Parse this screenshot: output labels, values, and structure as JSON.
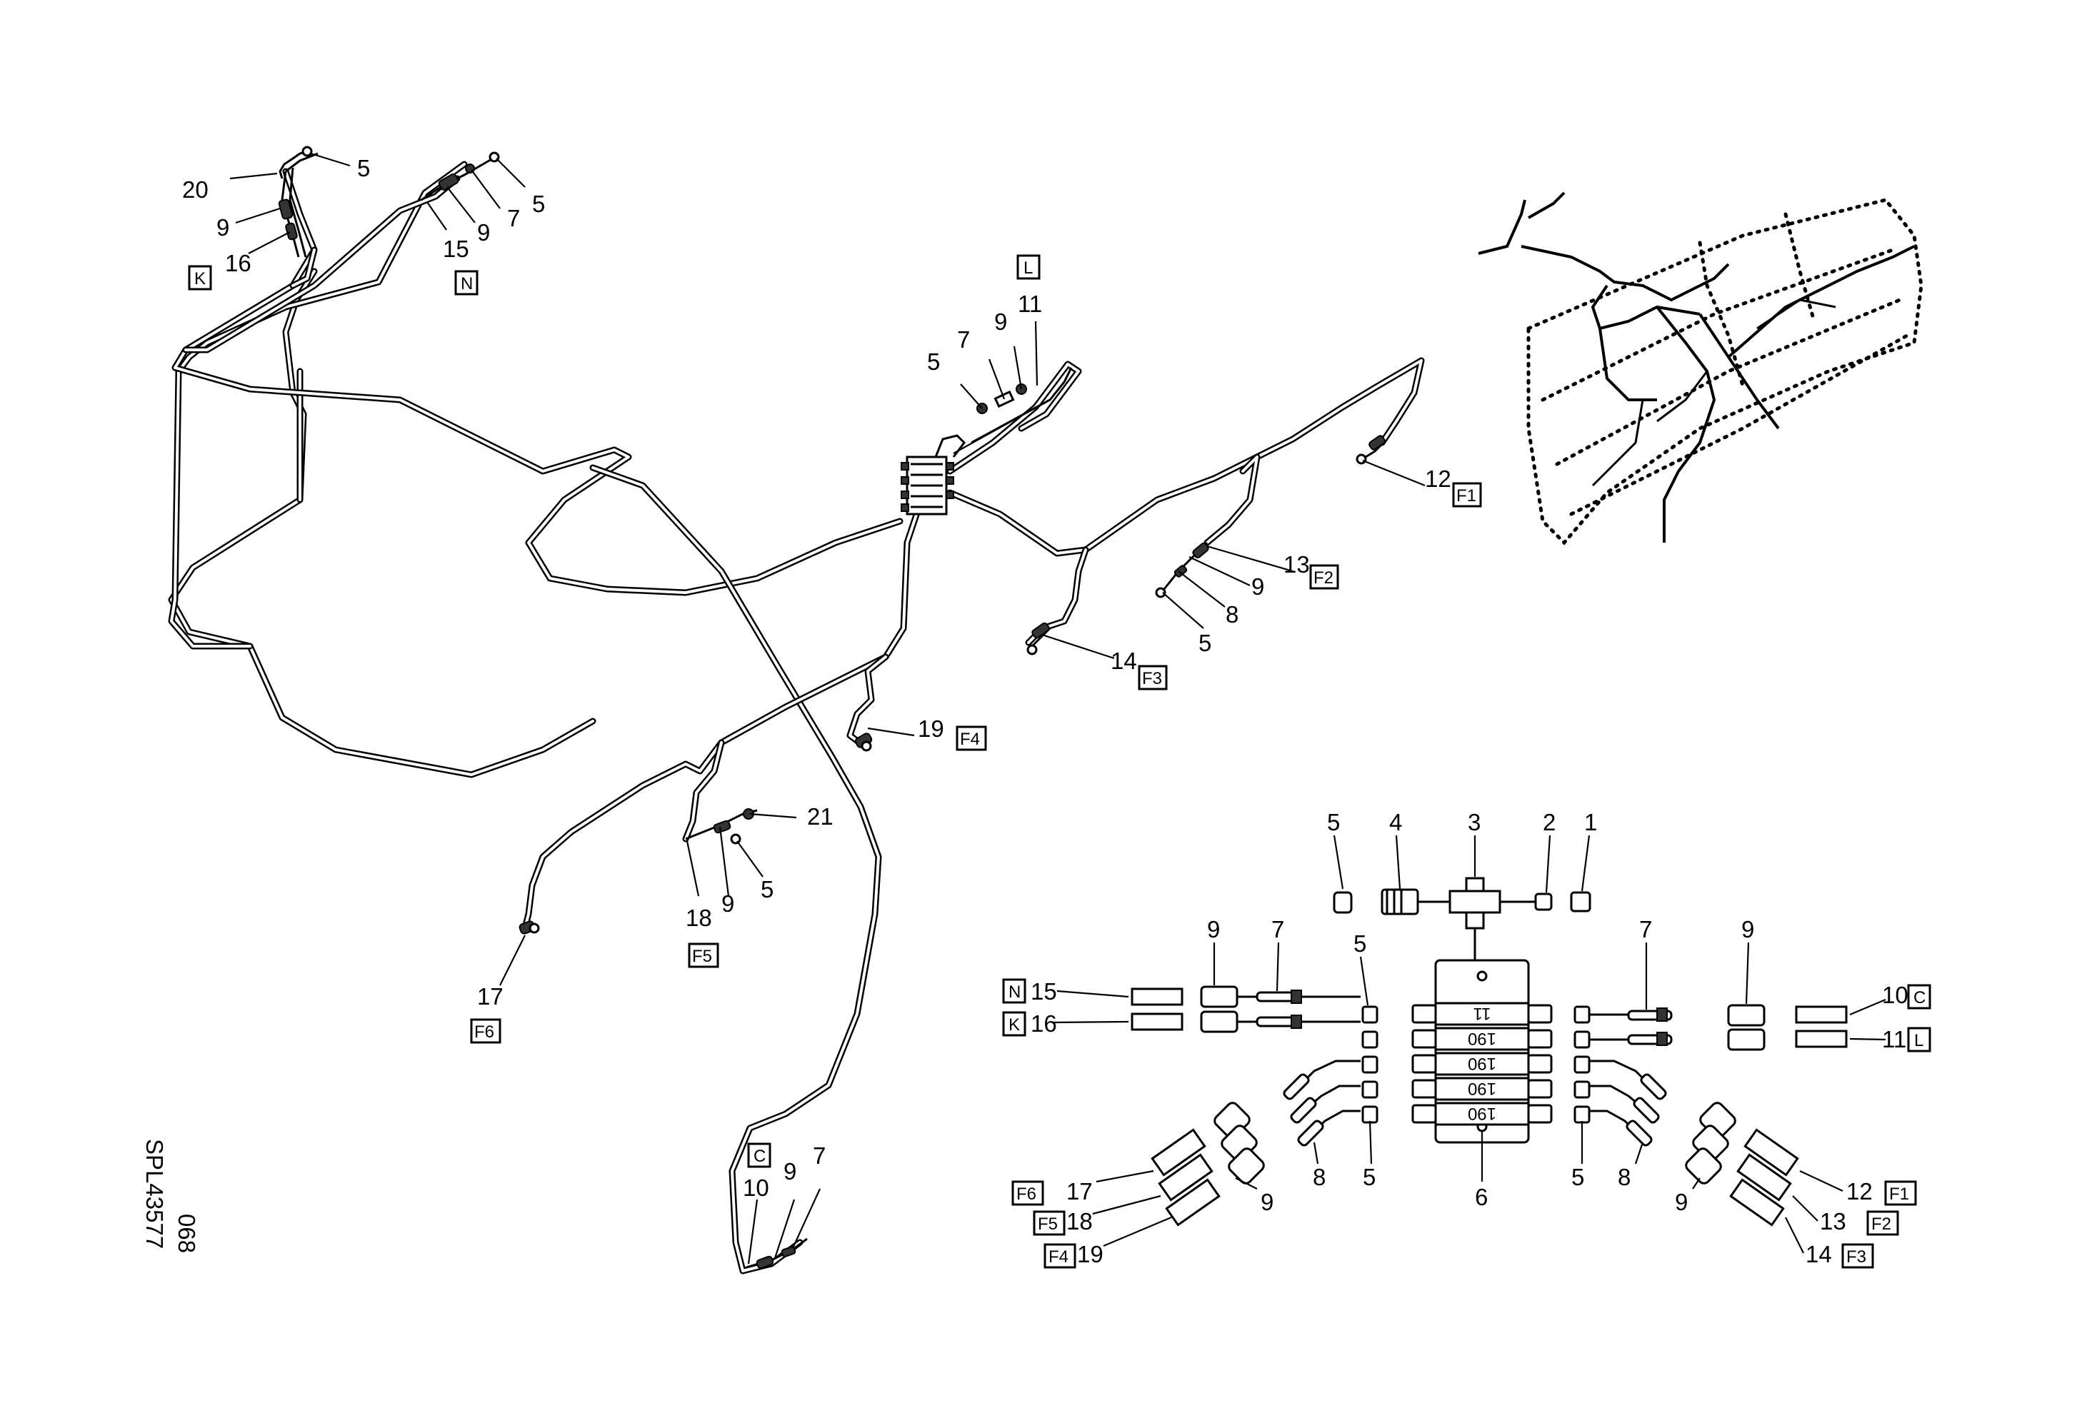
{
  "drawing_id": "SPL43577",
  "drawing_number": "068",
  "callouts": {
    "c5a": "5",
    "c20": "20",
    "c9a": "9",
    "c16a": "16",
    "c5b": "5",
    "c7a": "7",
    "c9b": "9",
    "c15a": "15",
    "c5c": "5",
    "c7b": "7",
    "c9c": "9",
    "c11a": "11",
    "c12a": "12",
    "c13a": "13",
    "c9d": "9",
    "c8a": "8",
    "c5d": "5",
    "c14a": "14",
    "c19a": "19",
    "c21": "21",
    "c18a": "18",
    "c9e": "9",
    "c5e": "5",
    "c17a": "17",
    "c10a": "10",
    "c9f": "9",
    "c7c": "7"
  },
  "zone_codes": {
    "k1": "K",
    "n1": "N",
    "l1": "L",
    "f1a": "F1",
    "f2a": "F2",
    "f3a": "F3",
    "f4a": "F4",
    "f5a": "F5",
    "f6a": "F6",
    "c1": "C"
  },
  "detail_callouts": {
    "d1": "1",
    "d2": "2",
    "d3": "3",
    "d4": "4",
    "d5a": "5",
    "d9a": "9",
    "d7a": "7",
    "d5b": "5",
    "d7b": "7",
    "d9b": "9",
    "d15": "15",
    "d16": "16",
    "d10": "10",
    "d11": "11",
    "d17": "17",
    "d18": "18",
    "d19": "19",
    "d9c": "9",
    "d8a": "8",
    "d5c": "5",
    "d6": "6",
    "d5d": "5",
    "d8b": "8",
    "d9d": "9",
    "d12": "12",
    "d13": "13",
    "d14": "14"
  },
  "detail_codes": {
    "n": "N",
    "k": "K",
    "c": "C",
    "l": "L",
    "f6": "F6",
    "f5": "F5",
    "f4": "F4",
    "f1": "F1",
    "f2": "F2",
    "f3": "F3"
  },
  "block_marks": [
    "11",
    "190",
    "190",
    "190",
    "190"
  ]
}
